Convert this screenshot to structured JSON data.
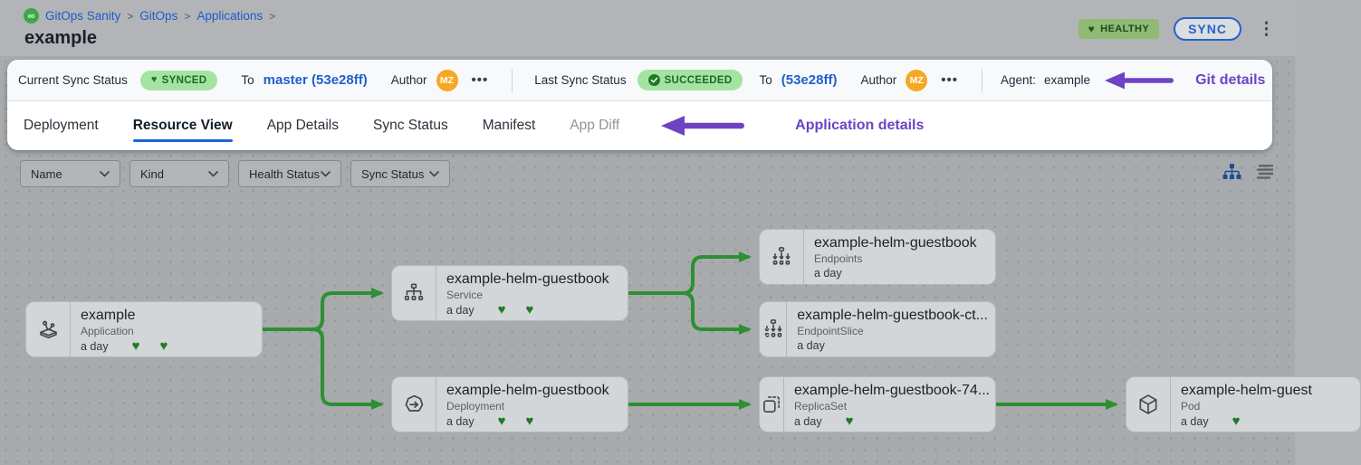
{
  "header": {
    "breadcrumb": {
      "separator": ">",
      "items": [
        "GitOps Sanity",
        "GitOps",
        "Applications"
      ]
    },
    "title": "example",
    "health_badge": "HEALTHY",
    "sync_button": "SYNC"
  },
  "status_bar": {
    "current_label": "Current Sync Status",
    "current_badge": "SYNCED",
    "current_to": "To",
    "current_commit": "master (53e28ff)",
    "current_author_label": "Author",
    "current_avatar": "MZ",
    "last_label": "Last Sync Status",
    "last_badge": "SUCCEEDED",
    "last_to": "To",
    "last_commit": "(53e28ff)",
    "last_author_label": "Author",
    "last_avatar": "MZ",
    "agent_label": "Agent:",
    "agent_value": "example",
    "annotation": "Git details"
  },
  "tabs": {
    "items": [
      {
        "label": "Deployment",
        "active": false
      },
      {
        "label": "Resource View",
        "active": true
      },
      {
        "label": "App Details",
        "active": false
      },
      {
        "label": "Sync Status",
        "active": false
      },
      {
        "label": "Manifest",
        "active": false
      },
      {
        "label": "App Diff",
        "active": false,
        "disabled": true
      }
    ],
    "annotation": "Application details"
  },
  "filters": {
    "items": [
      "Name",
      "Kind",
      "Health Status",
      "Sync Status"
    ]
  },
  "tree": {
    "nodes": [
      {
        "name": "example",
        "kind": "Application",
        "age": "a day",
        "hearts": 2
      },
      {
        "name": "example-helm-guestbook",
        "kind": "Service",
        "age": "a day",
        "hearts": 2
      },
      {
        "name": "example-helm-guestbook",
        "kind": "Deployment",
        "age": "a day",
        "hearts": 2
      },
      {
        "name": "example-helm-guestbook",
        "kind": "Endpoints",
        "age": "a day",
        "hearts": 0
      },
      {
        "name": "example-helm-guestbook-ct...",
        "kind": "EndpointSlice",
        "age": "a day",
        "hearts": 0
      },
      {
        "name": "example-helm-guestbook-74...",
        "kind": "ReplicaSet",
        "age": "a day",
        "hearts": 1
      },
      {
        "name": "example-helm-guest",
        "kind": "Pod",
        "age": "a day",
        "hearts": 1
      }
    ]
  },
  "colors": {
    "link_blue": "#1d5cc9",
    "tab_active_blue": "#1a66d6",
    "badge_green_bg": "#a5e3a2",
    "badge_green_text": "#196b26",
    "health_badge_bg": "#8fba74",
    "connector_green": "#2e8f33",
    "heart_green": "#1f7a26",
    "annotation_purple": "#6d43c4",
    "avatar_orange": "#f6a823",
    "canvas_gray": "#a7abae"
  }
}
